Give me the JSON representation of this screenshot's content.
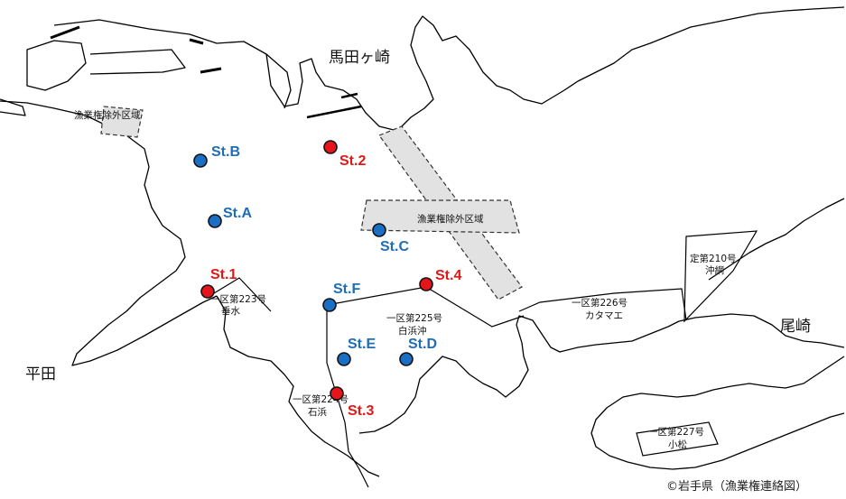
{
  "place_names": {
    "madagasaki": "馬田ヶ崎",
    "ozaki": "尾崎",
    "hirata": "平田"
  },
  "exclusion_areas": {
    "west_label": "漁業権除外区域",
    "center_label": "漁業権除外区域"
  },
  "zones": {
    "z223": {
      "line1": "一区第223号",
      "line2": "垂水"
    },
    "z224": {
      "line1": "一区第224号",
      "line2": "石浜"
    },
    "z225": {
      "line1": "一区第225号",
      "line2": "白浜沖"
    },
    "z226": {
      "line1": "一区第226号",
      "line2": "カタマエ"
    },
    "z227": {
      "line1": "一区第227号",
      "line2": "小松"
    },
    "t210": {
      "line1": "定第210号",
      "line2": "沖網"
    }
  },
  "stations": [
    {
      "id": "B",
      "label": "St.B",
      "color": "blue"
    },
    {
      "id": "A",
      "label": "St.A",
      "color": "blue"
    },
    {
      "id": "C",
      "label": "St.C",
      "color": "blue"
    },
    {
      "id": "F",
      "label": "St.F",
      "color": "blue"
    },
    {
      "id": "E",
      "label": "St.E",
      "color": "blue"
    },
    {
      "id": "D",
      "label": "St.D",
      "color": "blue"
    },
    {
      "id": "2",
      "label": "St.2",
      "color": "red"
    },
    {
      "id": "1",
      "label": "St.1",
      "color": "red"
    },
    {
      "id": "4",
      "label": "St.4",
      "color": "red"
    },
    {
      "id": "3",
      "label": "St.3",
      "color": "red"
    }
  ],
  "colors": {
    "blue_station": "#1a6fc4",
    "red_station": "#e8141c",
    "blue_text": "#1f6db5",
    "red_text": "#e01818",
    "exclusion_fill": "#e2e2e2"
  },
  "credit": "©岩手県（漁業権連絡図）"
}
